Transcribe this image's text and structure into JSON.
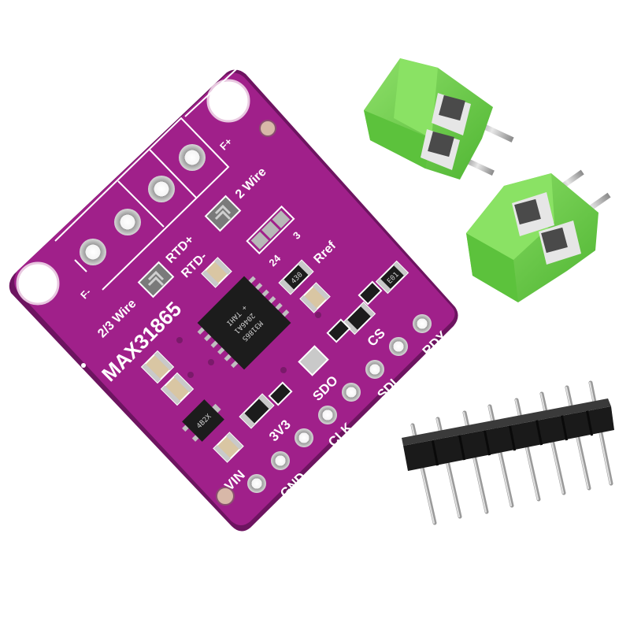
{
  "board": {
    "chip_name": "MAX31865",
    "wire_label_23": "2/3 Wire",
    "wire_label_2": "2 Wire",
    "rtd_plus": "RTD+",
    "rtd_minus": "RTD-",
    "f_plus": "F+",
    "f_minus": "F-",
    "rref_label": "Rref",
    "jumper_24": "24",
    "jumper_3": "3",
    "chip_marking": [
      "M31865",
      "2046A1",
      "+ TAHI"
    ],
    "resistor_code": "430",
    "cap_code": "E01",
    "reg_code": "4B2X",
    "pins": [
      "VIN",
      "GND",
      "3V3",
      "CLK",
      "SDO",
      "SDI",
      "CS",
      "RDY"
    ],
    "pcb_color": "#a0208a",
    "silk_color": "#ffffff"
  },
  "terminal_blocks": {
    "count": 2,
    "color": "#6ed14a"
  },
  "pin_header": {
    "pin_count": 8,
    "color": "#1a1a1a"
  }
}
